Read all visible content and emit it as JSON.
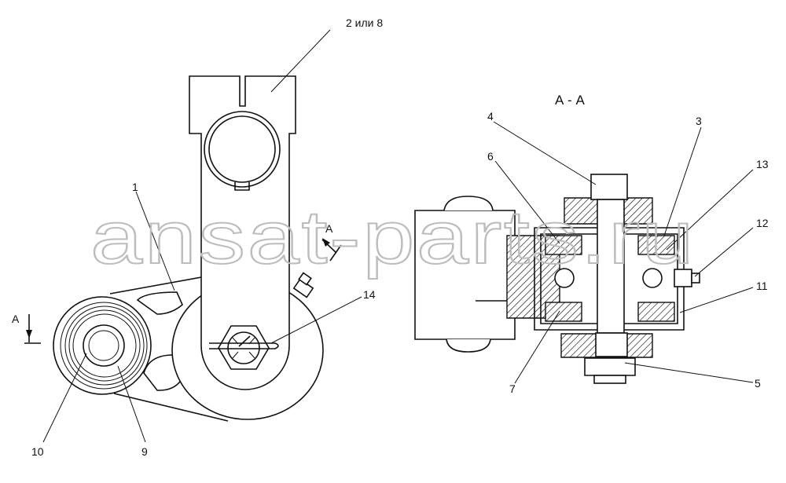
{
  "section_title": "А - А",
  "watermark": "ansat-parts.ru",
  "labels": {
    "l1": "1",
    "l2": "2 или 8",
    "l3": "3",
    "l4": "4",
    "l5": "5",
    "l6": "6",
    "l7": "7",
    "l9": "9",
    "l10": "10",
    "l11": "11",
    "l12": "12",
    "l13": "13",
    "l14": "14",
    "sectionA_left": "А",
    "sectionA_right": "А"
  }
}
